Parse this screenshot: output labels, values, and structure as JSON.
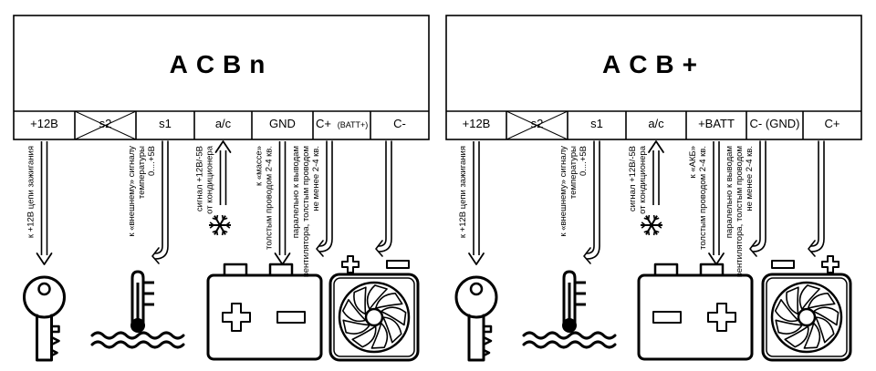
{
  "blocks": [
    {
      "title": "ACBn",
      "pins": [
        {
          "label": "+12B"
        },
        {
          "label": "s2",
          "crossed": true
        },
        {
          "label": "s1"
        },
        {
          "label": "a/c"
        },
        {
          "label": "GND"
        },
        {
          "label": "C+",
          "sub": "(BATT+)"
        },
        {
          "label": "C-"
        }
      ],
      "wires": [
        {
          "pin": 0,
          "style": "down",
          "lines": [
            "к +12В цепи зажигания"
          ]
        },
        {
          "pin": 2,
          "style": "down",
          "lines": [
            "к «внешнему» сигналу",
            "температуры",
            "0....+5В"
          ]
        },
        {
          "pin": 3,
          "style": "up",
          "lines": [
            "сигнал +12В/-5В",
            "от кондиционера"
          ]
        },
        {
          "pin": 4,
          "style": "down",
          "lines": [
            "к «массе»",
            "толстым проводом 2-4 кв."
          ]
        },
        {
          "pin": 5,
          "style": "down",
          "lines": [
            "паралельно к выводам",
            "вентилятора, толстым проводом",
            "не менее 2-4 кв."
          ]
        },
        {
          "pin": 6,
          "style": "down",
          "lines": []
        }
      ],
      "battery_order": [
        "plus",
        "minus"
      ],
      "fan_signs": [
        "plus",
        "minus"
      ]
    },
    {
      "title": "ACB+",
      "pins": [
        {
          "label": "+12B"
        },
        {
          "label": "s2",
          "crossed": true
        },
        {
          "label": "s1"
        },
        {
          "label": "a/c"
        },
        {
          "label": "+BATT"
        },
        {
          "label": "C- (GND)"
        },
        {
          "label": "C+"
        }
      ],
      "wires": [
        {
          "pin": 0,
          "style": "down",
          "lines": [
            "к +12В цепи зажигания"
          ]
        },
        {
          "pin": 2,
          "style": "down",
          "lines": [
            "к «внешнему» сигналу",
            "температуры",
            "0....+5В"
          ]
        },
        {
          "pin": 3,
          "style": "up",
          "lines": [
            "сигнал +12В/-5В",
            "от кондиционера"
          ]
        },
        {
          "pin": 4,
          "style": "down",
          "lines": [
            "к «АКБ»",
            "толстым проводом 2-4 кв."
          ]
        },
        {
          "pin": 5,
          "style": "down",
          "lines": [
            "паралельно к выводам",
            "вентилятора, толстым проводом",
            "не менее 2-4 кв."
          ]
        },
        {
          "pin": 6,
          "style": "down",
          "lines": []
        }
      ],
      "battery_order": [
        "minus",
        "plus"
      ],
      "fan_signs": [
        "minus",
        "plus"
      ]
    }
  ]
}
